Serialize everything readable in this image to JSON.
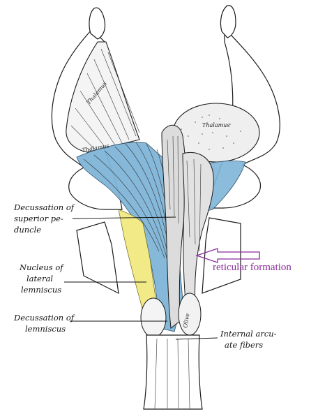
{
  "labels": {
    "decussation_superior_1": "Decussation of",
    "decussation_superior_2": "superior pe-",
    "decussation_superior_3": "duncle",
    "nucleus_lateral_1": "Nucleus of",
    "nucleus_lateral_2": "lateral",
    "nucleus_lateral_3": "lemniscus",
    "decussation_lemniscus_1": "Decussation of",
    "decussation_lemniscus_2": "lemniscus",
    "internal_arcuate_1": "Internal arcu-",
    "internal_arcuate_2": "ate fibers",
    "reticular_formation": "reticular formation"
  },
  "inline_labels": {
    "thalamus_left": "Thalamus",
    "thalamus_left_small": "Thalamus",
    "thalamus_right": "Thalamus",
    "olive": "Olive"
  },
  "colors": {
    "blue_region": "#7fb5d8",
    "yellow_region": "#f1ea86",
    "annotation_purple": "#8a2c9a"
  }
}
